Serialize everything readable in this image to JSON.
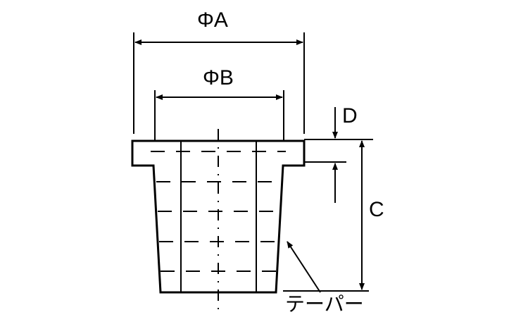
{
  "labels": {
    "dim_a": "ΦA",
    "dim_b": "ΦB",
    "dim_c": "C",
    "dim_d": "D",
    "taper": "テーパー"
  },
  "colors": {
    "line": "#000000",
    "background": "#ffffff"
  }
}
